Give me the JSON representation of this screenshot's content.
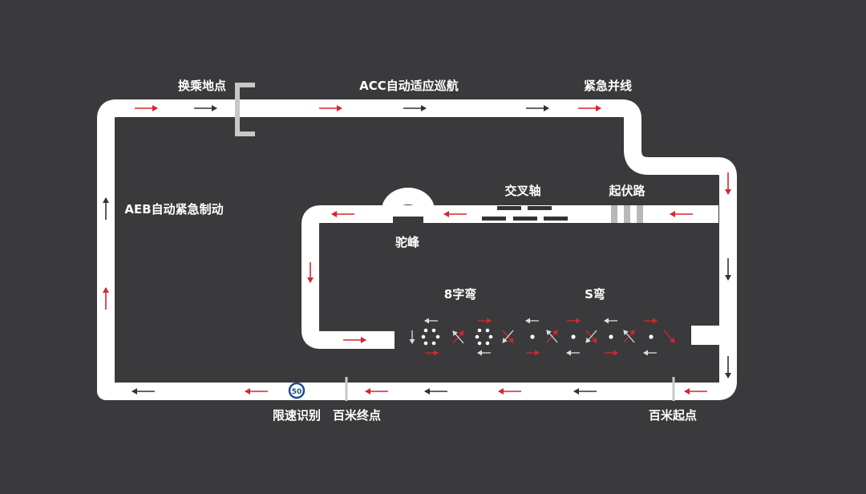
{
  "colors": {
    "background": "#3a3a3c",
    "track": "#ffffff",
    "arrow_red": "#d7262e",
    "arrow_dark": "#333333",
    "sign_blue": "#1f4e8c"
  },
  "labels": {
    "transfer_point": "换乘地点",
    "acc": "ACC自动适应巡航",
    "emergency_merge": "紧急并线",
    "aeb": "AEB自动紧急制动",
    "cross_axle": "交叉轴",
    "undulating_road": "起伏路",
    "camel_hump": "驼峰",
    "figure_eight": "8字弯",
    "s_curve": "S弯",
    "speed_limit_recognition": "限速识别",
    "hundred_meter_end": "百米终点",
    "hundred_meter_start": "百米起点"
  },
  "speed_sign": {
    "value": "50"
  }
}
